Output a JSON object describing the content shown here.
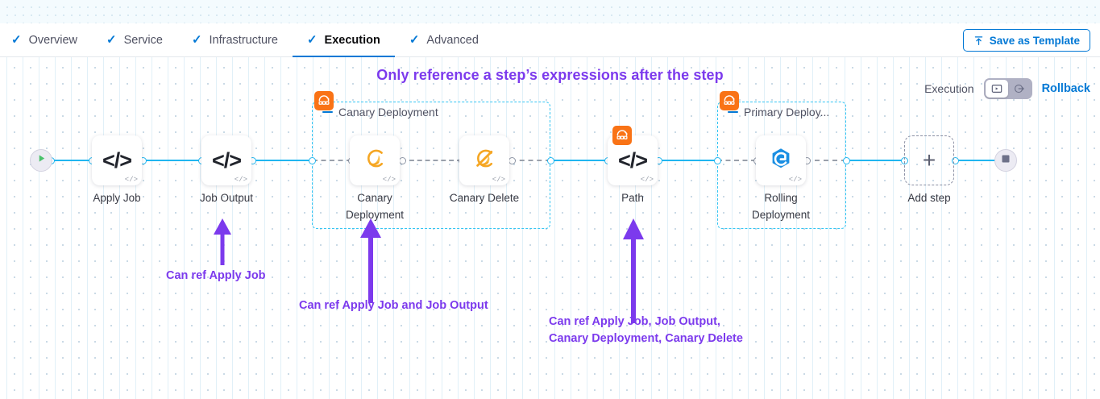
{
  "top": {
    "tabs": [
      {
        "label": "Overview",
        "icon": "check-icon",
        "active": false
      },
      {
        "label": "Service",
        "icon": "check-icon",
        "active": false
      },
      {
        "label": "Infrastructure",
        "icon": "check-icon",
        "active": false
      },
      {
        "label": "Execution",
        "icon": "check-icon",
        "active": true
      },
      {
        "label": "Advanced",
        "icon": "check-icon",
        "active": false
      }
    ],
    "save_template_label": "Save as Template",
    "save_template_icon": "upload-template-icon"
  },
  "canvas": {
    "headline": "Only reference a step’s expressions after the step",
    "execution_label": "Execution",
    "rollback_label": "Rollback",
    "mode_buttons": [
      {
        "name": "execution-mode-icon",
        "selected": true
      },
      {
        "name": "rollback-mode-icon",
        "selected": false
      }
    ],
    "start_node_icon": "play-icon",
    "end_node_icon": "stop-icon",
    "add_step_label": "Add step",
    "add_step_icon": "plus-icon"
  },
  "groups": [
    {
      "label": "Canary Deployment",
      "badge_icon": "stage-group-icon"
    },
    {
      "label": "Primary Deploy...",
      "badge_icon": "stage-group-icon"
    }
  ],
  "nodes": [
    {
      "caption": "Apply Job",
      "icon": "code-icon",
      "badge": "code-tag-icon"
    },
    {
      "caption": "Job Output",
      "icon": "code-icon",
      "badge": "code-tag-icon"
    },
    {
      "caption": "Canary\nDeployment",
      "icon": "canary-bird-icon",
      "badge": "code-tag-icon"
    },
    {
      "caption": "Canary Delete",
      "icon": "canary-delete-icon",
      "badge": "code-tag-icon"
    },
    {
      "caption": "Path",
      "icon": "code-icon",
      "badge": "code-tag-icon"
    },
    {
      "caption": "Rolling\nDeployment",
      "icon": "rolling-deploy-icon",
      "badge": "code-tag-icon"
    }
  ],
  "annotations": [
    {
      "text": "Can ref Apply Job"
    },
    {
      "text": "Can ref Apply Job and Job Output"
    },
    {
      "text": "Can ref Apply Job, Job Output,\nCanary Deployment, Canary Delete"
    }
  ],
  "colors": {
    "accent_blue": "#0278d5",
    "wire_blue": "#21b6f0",
    "group_border": "#33c5f3",
    "annotation_purple": "#7c3aed",
    "badge_orange": "#f97316",
    "canary_yellow": "#f5a623"
  }
}
